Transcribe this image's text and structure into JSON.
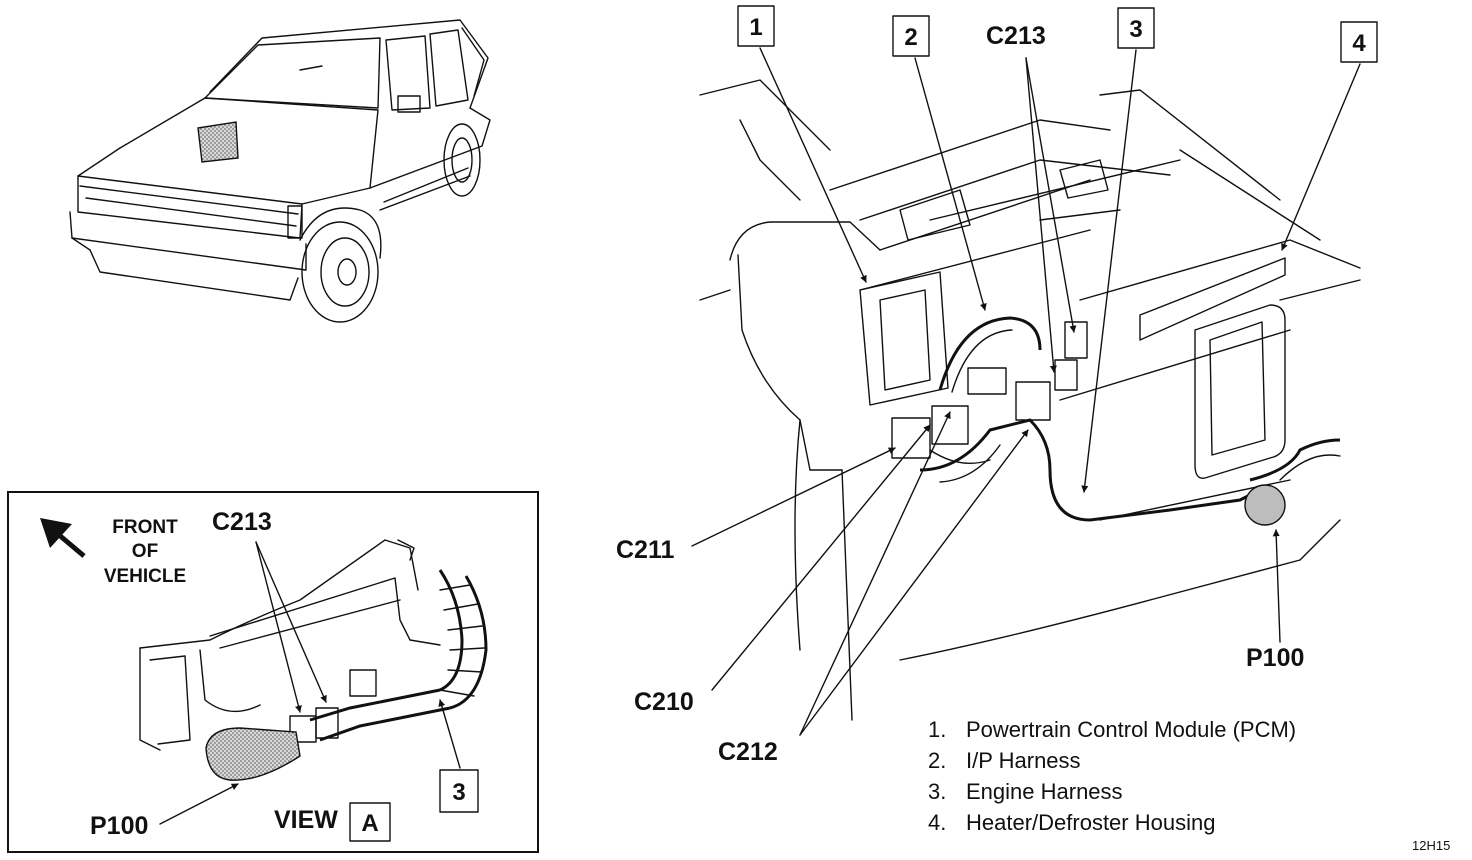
{
  "main_view": {
    "callouts": [
      "1",
      "2",
      "3",
      "4"
    ],
    "connectors": {
      "c213": "C213",
      "c211": "C211",
      "c210": "C210",
      "c212": "C212",
      "p100": "P100"
    }
  },
  "view_a": {
    "front_label": [
      "FRONT",
      "OF",
      "VEHICLE"
    ],
    "c213": "C213",
    "p100": "P100",
    "callout": "3",
    "view_word": "VIEW",
    "view_letter": "A"
  },
  "legend": [
    {
      "num": "1.",
      "text": "Powertrain Control Module (PCM)"
    },
    {
      "num": "2.",
      "text": "I/P Harness"
    },
    {
      "num": "3.",
      "text": "Engine Harness"
    },
    {
      "num": "4.",
      "text": "Heater/Defroster Housing"
    }
  ],
  "figure_code": "12H15"
}
